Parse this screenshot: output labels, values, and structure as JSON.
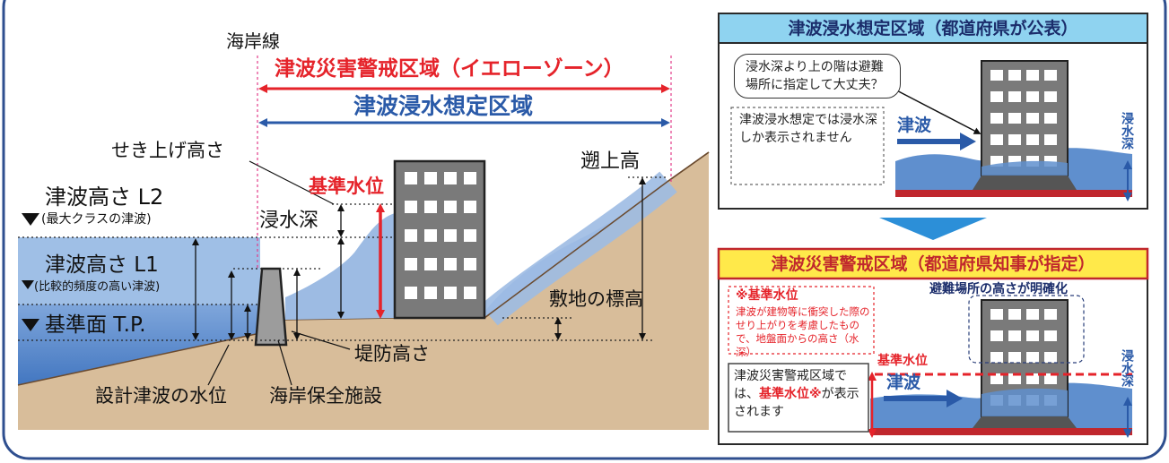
{
  "main": {
    "coastline": "海岸線",
    "warning_zone": "津波災害警戒区域（イエローゾーン）",
    "inundation_zone": "津波浸水想定区域",
    "runup_height_label": "せき上げ高さ",
    "standard_water_level": "基準水位",
    "inundation_depth": "浸水深",
    "runup_elevation": "遡上高",
    "tsunami_height_l2": "津波高さ L2",
    "l2_note": "(最大クラスの津波)",
    "tsunami_height_l1": "津波高さ L1",
    "l1_note": "(比較的頻度の高い津波)",
    "datum": "基準面 T.P.",
    "ground_elevation": "敷地の標高",
    "levee_height": "堤防高さ",
    "design_water_level": "設計津波の水位",
    "coastal_facility": "海岸保全施設"
  },
  "panel_top": {
    "title": "津波浸水想定区域（都道府県が公表）",
    "bubble": "浸水深より上の階は避難場所に指定して大丈夫？",
    "note": "津波浸水想定では浸水深しか表示されません",
    "tsunami": "津波",
    "depth": "浸水深"
  },
  "panel_bottom": {
    "title": "津波災害警戒区域（都道府県知事が指定）",
    "note_title": "※基準水位",
    "note_body": "津波が建物等に衝突した際のせり上がりを考慮したもので、地盤面からの高さ（水深）",
    "clarify": "避難場所の高さが明確化",
    "standard_level": "基準水位",
    "box_text_1": "津波災害警戒区域では、",
    "box_highlight": "基準水位※",
    "box_text_2": "が表示されます",
    "tsunami": "津波",
    "depth": "浸水深"
  },
  "colors": {
    "frame": "#2f4f8f",
    "red": "#e5232a",
    "blue": "#2a5aa8",
    "water_light": "#93b4de",
    "water_dark": "#5f8fce",
    "ground": "#d6bc9a",
    "title_top_bg": "#8fd3f0",
    "title_bottom_bg": "#ffe94a"
  }
}
